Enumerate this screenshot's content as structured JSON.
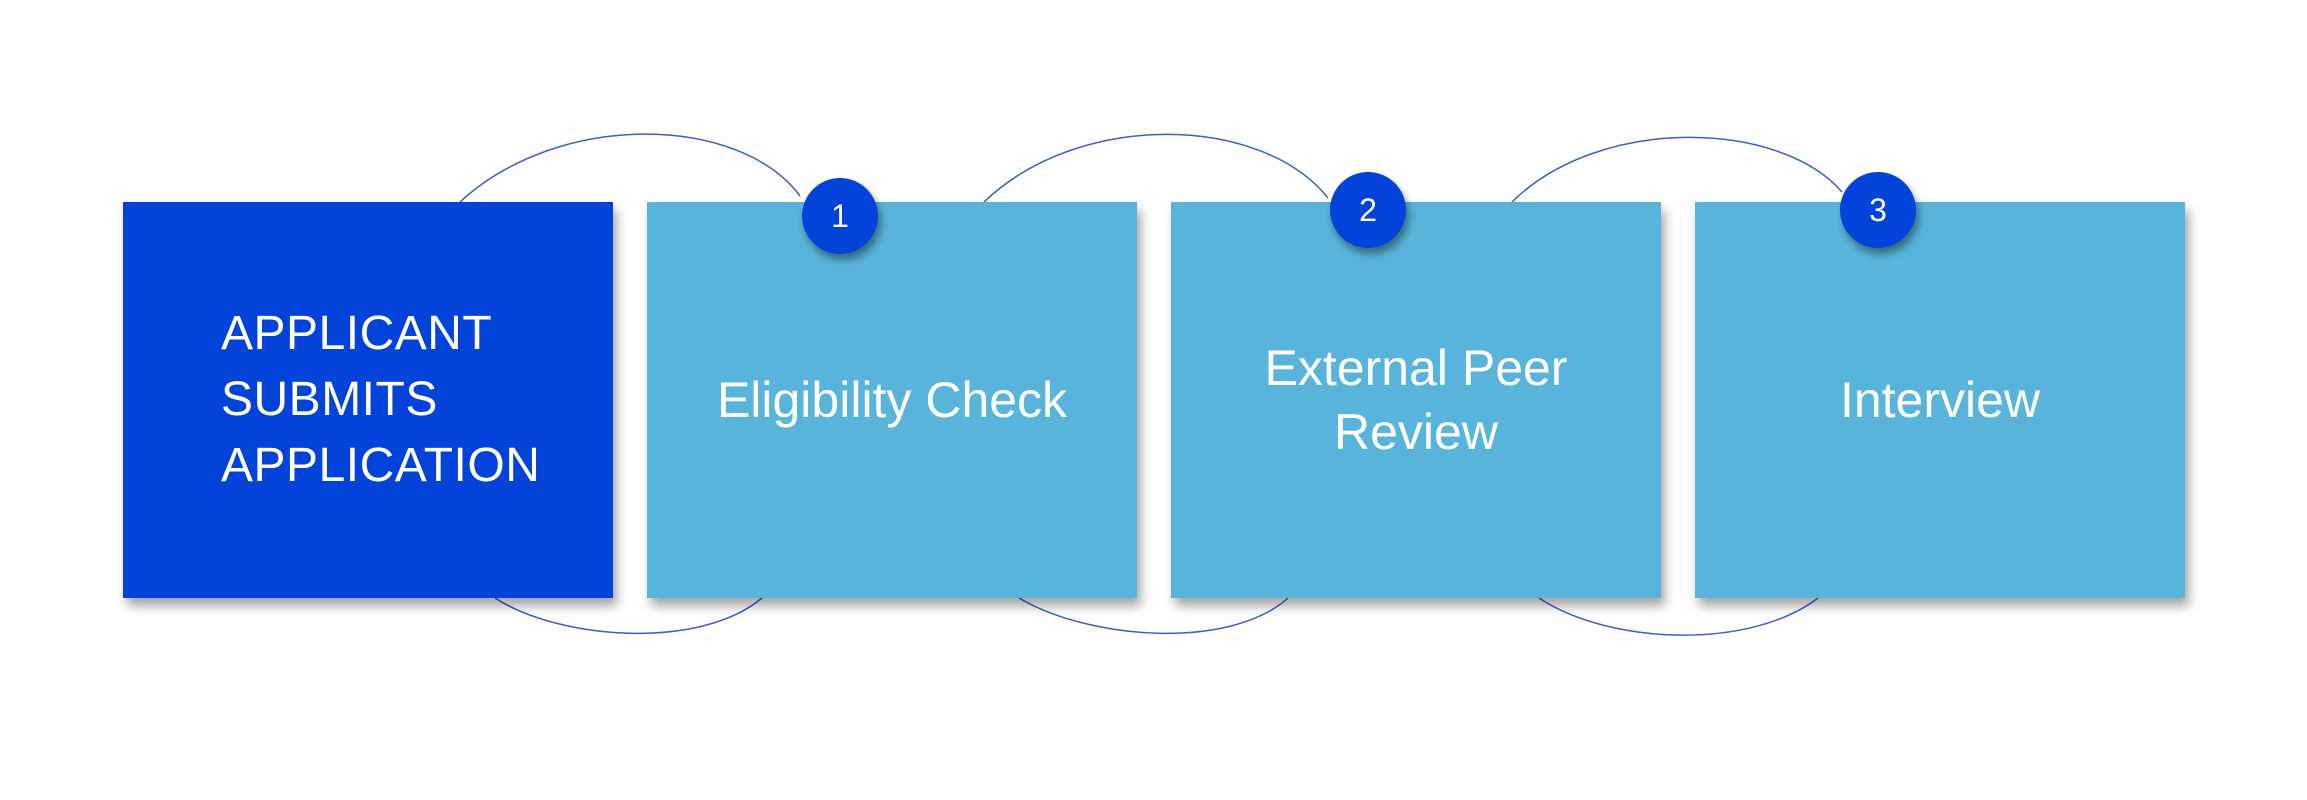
{
  "colors": {
    "start_box": "#0343d9",
    "step_box": "#58b4da",
    "badge": "#0343d9",
    "connector": "#3a5fcd",
    "text": "#ffffff"
  },
  "start": {
    "label": "APPLICANT\nSUBMITS\nAPPLICATION"
  },
  "steps": [
    {
      "number": "1",
      "label": "Eligibility Check"
    },
    {
      "number": "2",
      "label": "External Peer\nReview"
    },
    {
      "number": "3",
      "label": "Interview"
    }
  ]
}
